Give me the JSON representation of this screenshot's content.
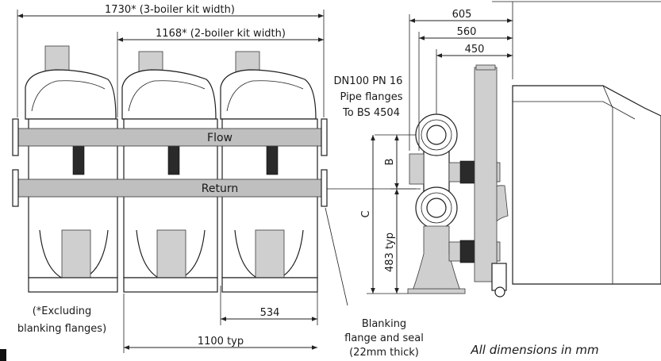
{
  "dimensions": {
    "kit3_width": "1730* (3-boiler kit width)",
    "kit2_width": "1168* (2-boiler kit width)",
    "boiler_pitch": "534",
    "overall_typ": "1100 typ",
    "side_605": "605",
    "side_560": "560",
    "side_450": "450",
    "height_b": "B",
    "height_c": "C",
    "height_483": "483 typ"
  },
  "labels": {
    "flow": "Flow",
    "return": "Return",
    "pipe_flange_line1": "DN100 PN 16",
    "pipe_flange_line2": "Pipe flanges",
    "pipe_flange_line3": "To BS 4504",
    "excluding_line1": "(*Excluding",
    "excluding_line2": "blanking flanges)",
    "blanking_line1": "Blanking",
    "blanking_line2": "flange and seal",
    "blanking_line3": "(22mm thick)",
    "all_dimensions": "All dimensions in mm"
  }
}
